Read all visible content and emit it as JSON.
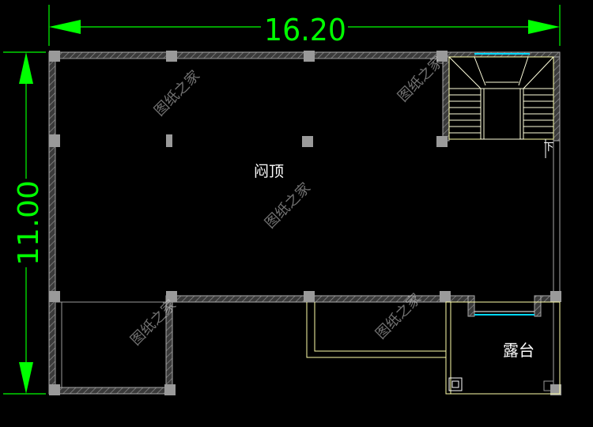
{
  "dimensions": {
    "width_label": "16.20",
    "height_label": "11.00"
  },
  "rooms": {
    "attic_label": "闷顶",
    "terrace_label": "露台"
  },
  "annotations": {
    "down_label": "下"
  },
  "watermark": {
    "text": "图纸之家"
  },
  "colors": {
    "background": "#000000",
    "dimension": "#00ff00",
    "wall": "#a8a8a8",
    "hatch": "#6e6e6e",
    "outline": "#ffffaa",
    "stair": "#ffffdd",
    "glass": "#00d8ff",
    "text": "#ffffff"
  }
}
